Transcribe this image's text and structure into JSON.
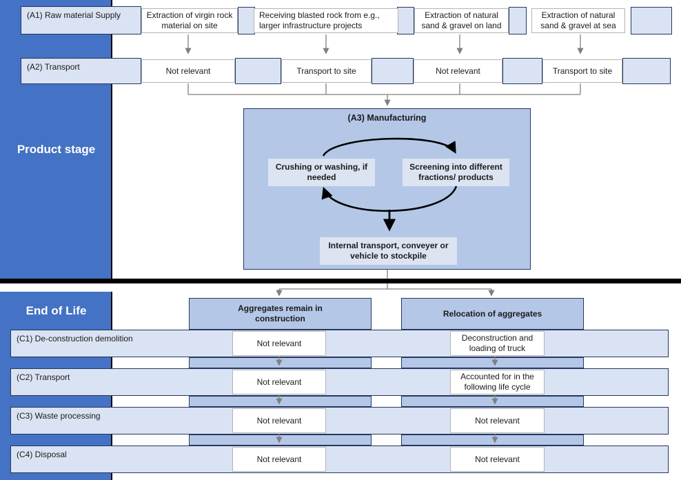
{
  "sidebar": {
    "product_stage_label": "Product stage",
    "end_of_life_label": "End of Life"
  },
  "product_stage": {
    "a1": {
      "label": "(A1) Raw material Supply",
      "cells": [
        "Extraction of virgin rock material on site",
        "Receiving blasted rock from e.g., larger infrastructure projects",
        "Extraction of natural sand & gravel on land",
        "Extraction of natural sand & gravel at sea"
      ]
    },
    "a2": {
      "label": "(A2) Transport",
      "cells": [
        "Not relevant",
        "Transport to site",
        "Not relevant",
        "Transport to site"
      ]
    },
    "a3": {
      "title": "(A3) Manufacturing",
      "steps": {
        "crushing": "Crushing or washing, if needed",
        "screening": "Screening into different fractions/ products",
        "internal_transport": "Internal transport, conveyer or vehicle to stockpile"
      }
    }
  },
  "end_of_life": {
    "columns": [
      "Aggregates remain in construction",
      "Relocation of aggregates"
    ],
    "rows": [
      {
        "label": "(C1) De-construction demolition",
        "cells": [
          "Not relevant",
          "Deconstruction and loading of truck"
        ]
      },
      {
        "label": "(C2) Transport",
        "cells": [
          "Not relevant",
          "Accounted for in the following life cycle"
        ]
      },
      {
        "label": "(C3) Waste processing",
        "cells": [
          "Not relevant",
          "Not relevant"
        ]
      },
      {
        "label": "(C4) Disposal",
        "cells": [
          "Not relevant",
          "Not relevant"
        ]
      }
    ]
  },
  "colors": {
    "sidebar_blue": "#4472c4",
    "light_blue": "#dae3f3",
    "medium_blue": "#b4c7e7",
    "dark_border": "#24365e",
    "arrow_gray": "#7f7f7f",
    "divider_black": "#000000"
  }
}
